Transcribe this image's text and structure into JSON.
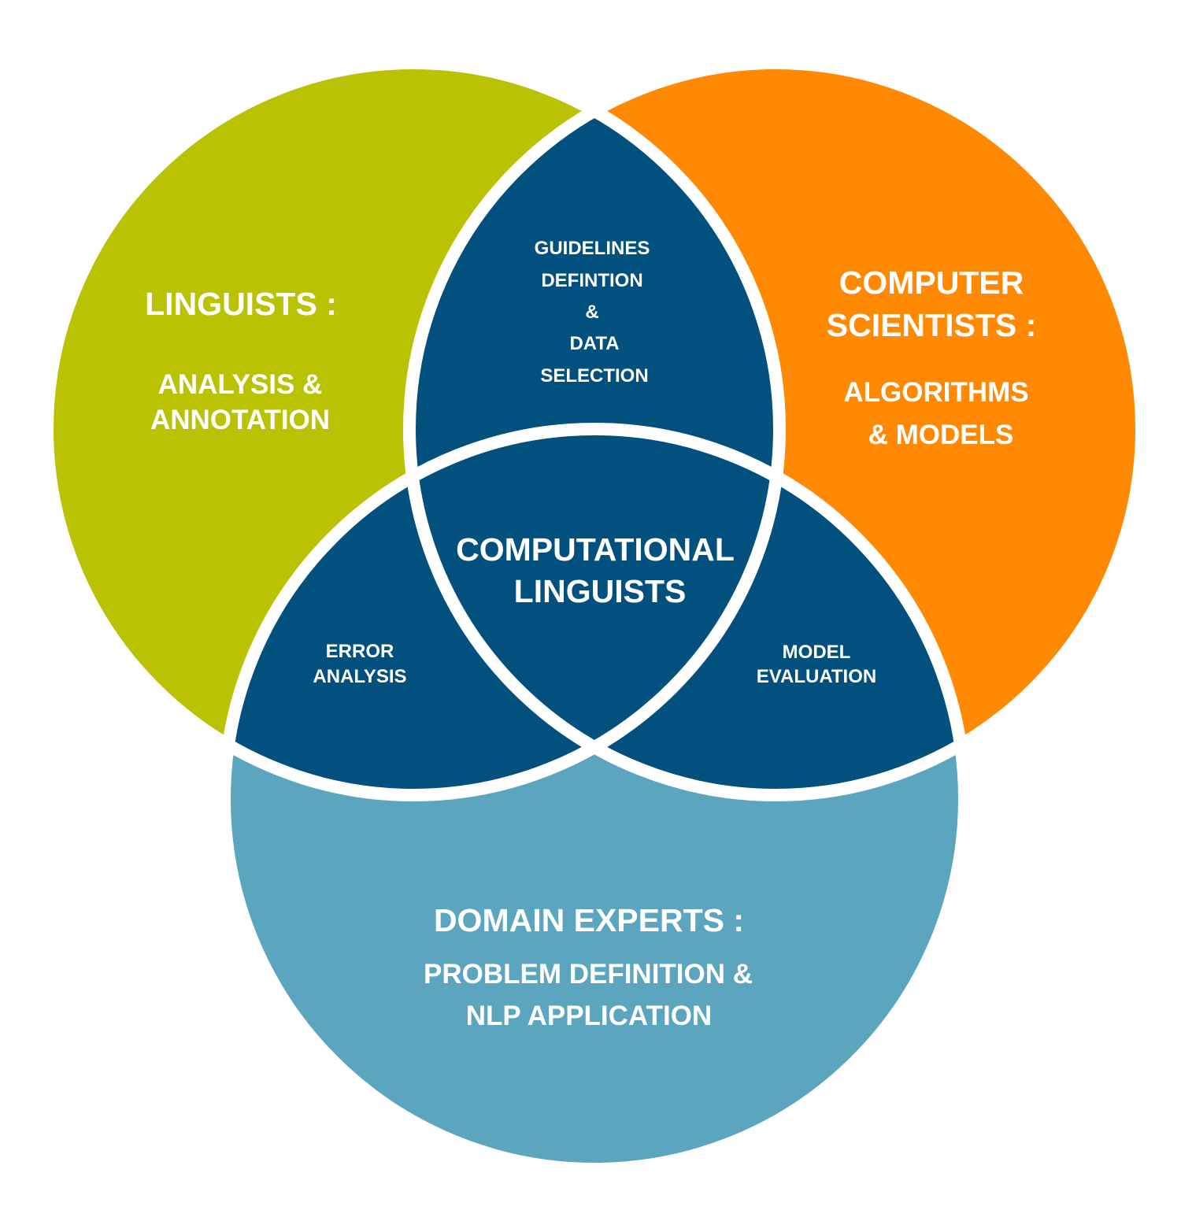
{
  "colors": {
    "linguists": "#b9c304",
    "computer_scientists": "#ff8903",
    "domain_experts": "#5ca5be",
    "overlap": "#02507d",
    "outline": "#ffffff"
  },
  "sets": {
    "linguists": {
      "title": "LINGUISTS :",
      "role_lines": [
        "ANALYSIS &",
        "ANNOTATION"
      ]
    },
    "computer_scientists": {
      "title_lines": [
        "COMPUTER",
        "SCIENTISTS :"
      ],
      "role_lines": [
        "ALGORITHMS",
        "& MODELS"
      ]
    },
    "domain_experts": {
      "title": "DOMAIN EXPERTS :",
      "role_lines": [
        "PROBLEM DEFINITION &",
        "NLP APPLICATION"
      ]
    }
  },
  "overlaps": {
    "linguists_computer_scientists": [
      "GUIDELINES",
      "DEFINTION",
      "&",
      "DATA",
      "SELECTION"
    ],
    "linguists_domain_experts": [
      "ERROR",
      "ANALYSIS"
    ],
    "computer_scientists_domain_experts": [
      "MODEL",
      "EVALUATION"
    ],
    "center": [
      "COMPUTATIONAL",
      "LINGUISTS"
    ]
  }
}
